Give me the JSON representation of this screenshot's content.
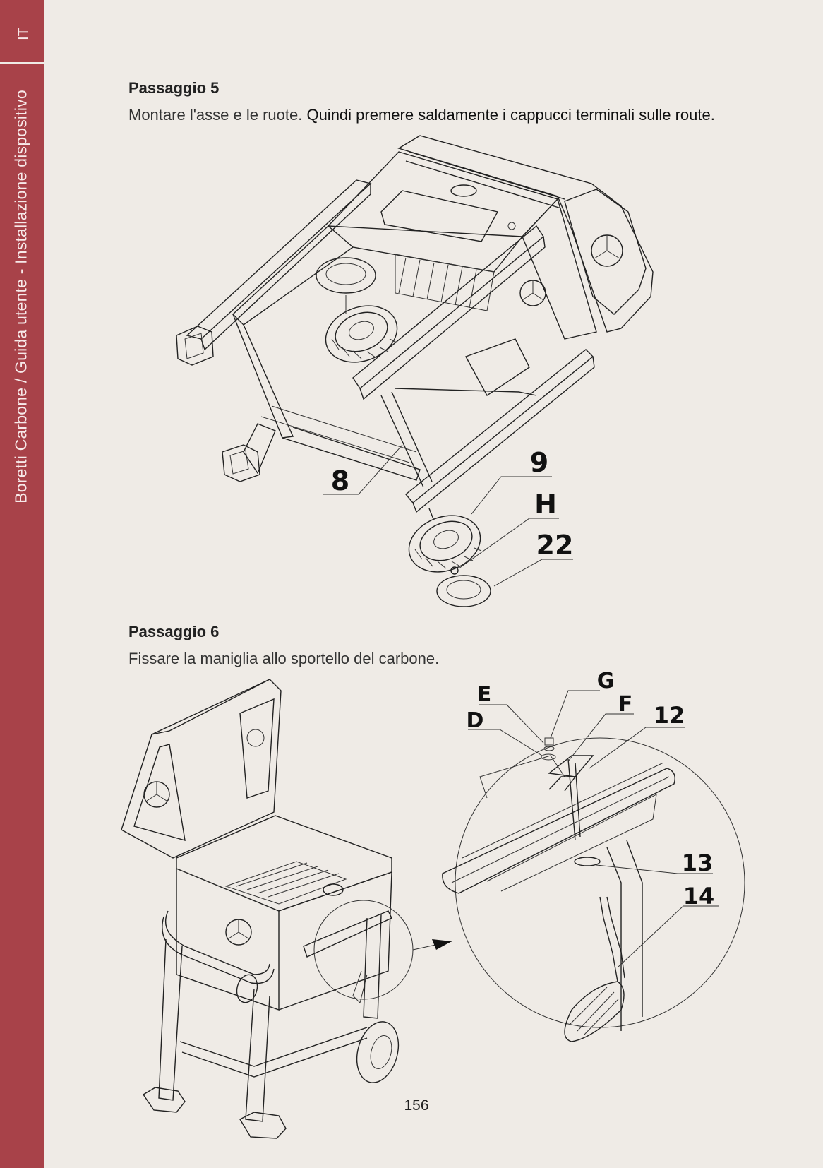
{
  "sidebar": {
    "lang": "IT",
    "title": "Boretti Carbone / Guida utente - Installazione dispositivo"
  },
  "step5": {
    "title": "Passaggio 5",
    "text_light": "Montare l'asse e le ruote. ",
    "text_strong": "Quindi premere saldamente i cappucci terminali sulle route."
  },
  "step6": {
    "title": "Passaggio 6",
    "text": "Fissare la maniglia allo sportello del carbone."
  },
  "labels5": {
    "p8": "8",
    "p9": "9",
    "pH": "H",
    "p22": "22"
  },
  "labels6": {
    "pE": "E",
    "pD": "D",
    "pG": "G",
    "pF": "F",
    "p12": "12",
    "p13": "13",
    "p14": "14"
  },
  "page_number": "156"
}
